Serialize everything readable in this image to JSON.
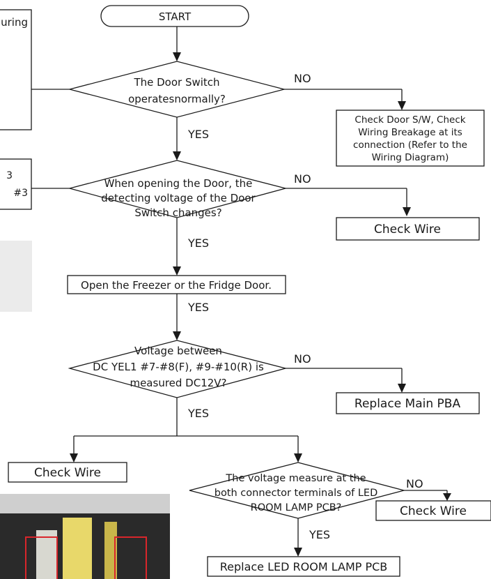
{
  "start_label": "START",
  "left_partial": {
    "box1_text": "uring",
    "box2_line1": "3",
    "box2_line2": "#3"
  },
  "decision_door_switch": {
    "line1": "The Door Switch",
    "line2": "operatesnormally?"
  },
  "decision_voltage_change": {
    "line1": "When opening the Door, the",
    "line2": "detecting voltage of the Door",
    "line3": "Switch changes?"
  },
  "decision_yel1": {
    "line1": "Voltage between",
    "line2": "DC YEL1 #7-#8(F), #9-#10(R) is",
    "line3": "measured DC12V?"
  },
  "decision_led_terminals": {
    "line1": "The voltage measure at the",
    "line2": "both connector terminals of LED",
    "line3": "ROOM LAMP PCB?"
  },
  "box_check_door_sw": {
    "line1": "Check Door S/W, Check",
    "line2": "Wiring Breakage at its",
    "line3": "connection (Refer to the",
    "line4": "Wiring Diagram)"
  },
  "box_check_wire_1": "Check Wire",
  "box_open_door": "Open the Freezer or the Fridge Door.",
  "box_replace_main_pba": "Replace Main PBA",
  "box_check_wire_2": "Check Wire",
  "box_check_wire_3": "Check Wire",
  "box_replace_led_pcb": "Replace LED ROOM LAMP PCB",
  "labels": {
    "no": "NO",
    "yes": "YES"
  },
  "colors": {
    "line": "#1a1a1a",
    "gray_panel": "#ebebeb",
    "photo_highlight": "#d9262b"
  }
}
